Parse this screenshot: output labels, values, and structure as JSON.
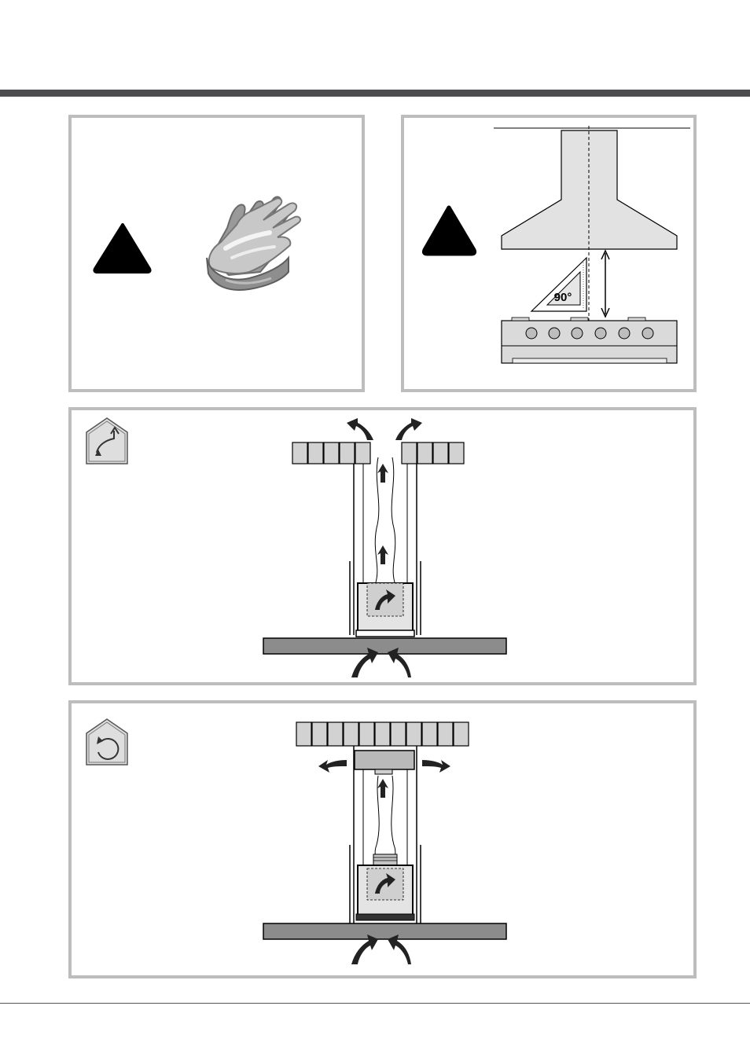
{
  "illustrations": {
    "square_label": "90°",
    "panel1": {
      "warning": "warning-triangle-icon",
      "gloves": "protective-gloves-icon"
    },
    "panel2": {
      "warning": "warning-triangle-icon",
      "diagram": "hood-installation-height-diagram"
    },
    "panel3": {
      "mode_icon": "ducted-extraction-mode-icon",
      "diagram": "ducted-version-airflow-diagram"
    },
    "panel4": {
      "mode_icon": "filtering-recirculation-mode-icon",
      "diagram": "filtering-version-airflow-diagram"
    }
  },
  "colors": {
    "header_bar": "#4d4d4f",
    "panel_border": "#bdbdbd",
    "light_gray": "#d4d4d4",
    "worktop": "#8c8c8c",
    "arrow": "#222222"
  }
}
